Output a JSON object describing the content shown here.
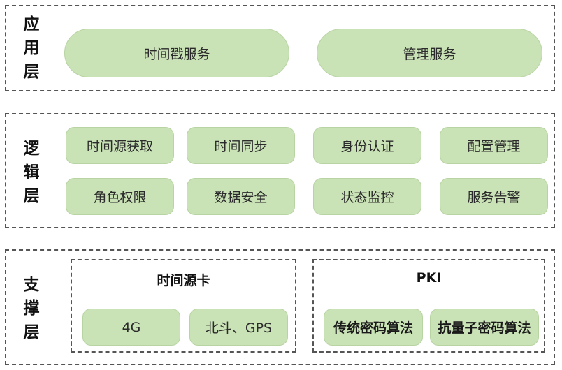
{
  "layers": {
    "application": {
      "label": [
        "应",
        "用",
        "层"
      ],
      "items": [
        "时间戳服务",
        "管理服务"
      ]
    },
    "logic": {
      "label": [
        "逻",
        "辑",
        "层"
      ],
      "items": [
        "时间源获取",
        "时间同步",
        "身份认证",
        "配置管理",
        "角色权限",
        "数据安全",
        "状态监控",
        "服务告警"
      ]
    },
    "support": {
      "label": [
        "支",
        "撑",
        "层"
      ],
      "groups": [
        {
          "title": "时间源卡",
          "items": [
            "4G",
            "北斗、GPS"
          ]
        },
        {
          "title": "PKI",
          "items": [
            "传统密码算法",
            "抗量子密码算法"
          ]
        }
      ]
    }
  },
  "colors": {
    "node_fill": "#c9e2b6",
    "border": "#555555"
  }
}
